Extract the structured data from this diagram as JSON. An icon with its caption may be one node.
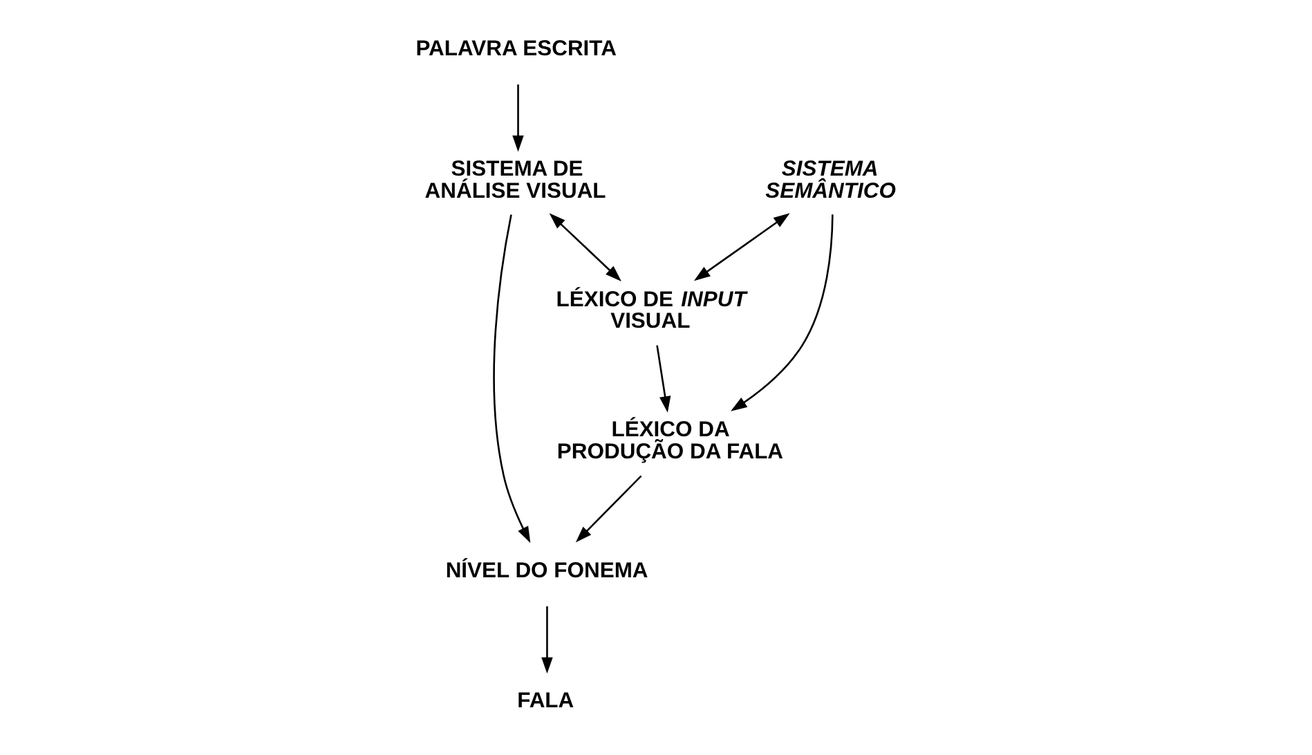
{
  "diagram": {
    "nodes": [
      {
        "text": [
          "PALAVRA ESCRITA"
        ]
      },
      {
        "text": [
          "SISTEMA DE ANÁLISE VISUAL"
        ]
      },
      {
        "text": [
          "LÉXICO DE *INPUT* VISUAL"
        ]
      },
      {
        "text": [
          "SISTEMA SEMÂNTICO"
        ]
      },
      {
        "text": [
          "LÉXICO DA PRODUÇÃO DA FALA"
        ]
      },
      {
        "text": [
          "NÍVEL DO FONEMA"
        ]
      },
      {
        "text": [
          "FALA"
        ]
      }
    ],
    "edges": [
      {
        "from": 0,
        "to": 1,
        "arrow": "to"
      },
      {
        "from": 1,
        "to": 2,
        "arrow": "both"
      },
      {
        "from": 3,
        "to": 2,
        "arrow": "both"
      },
      {
        "from": 3,
        "to": 4,
        "arrow": "to"
      },
      {
        "from": 2,
        "to": 4,
        "arrow": "to"
      },
      {
        "from": 4,
        "to": 5,
        "arrow": "to"
      },
      {
        "from": 1,
        "to": 5,
        "arrow": "to"
      },
      {
        "from": 5,
        "to": 6,
        "arrow": "to"
      }
    ]
  }
}
